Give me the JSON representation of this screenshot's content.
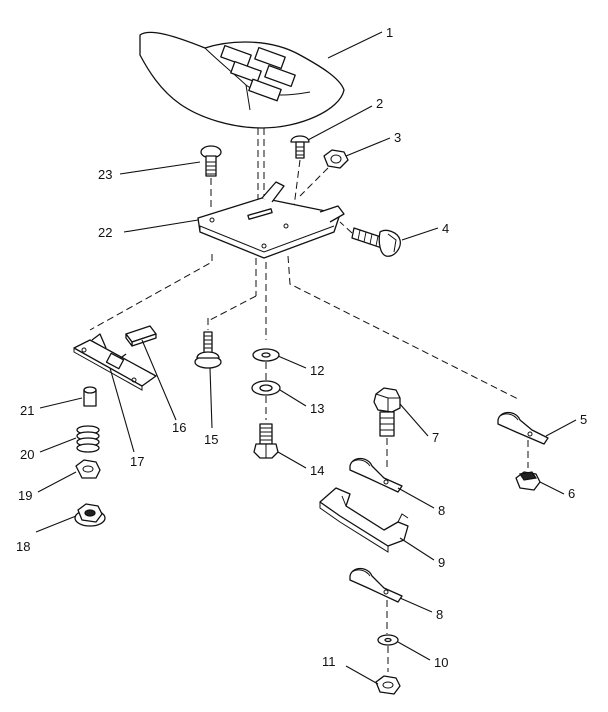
{
  "callouts": {
    "n1": "1",
    "n2": "2",
    "n3": "3",
    "n4": "4",
    "n5": "5",
    "n6": "6",
    "n7": "7",
    "n8a": "8",
    "n8b": "8",
    "n9": "9",
    "n10": "10",
    "n11": "11",
    "n12": "12",
    "n13": "13",
    "n14": "14",
    "n15": "15",
    "n16": "16",
    "n17": "17",
    "n18": "18",
    "n19": "19",
    "n20": "20",
    "n21": "21",
    "n22": "22",
    "n23": "23"
  },
  "colors": {
    "line": "#111111",
    "background": "#ffffff"
  }
}
